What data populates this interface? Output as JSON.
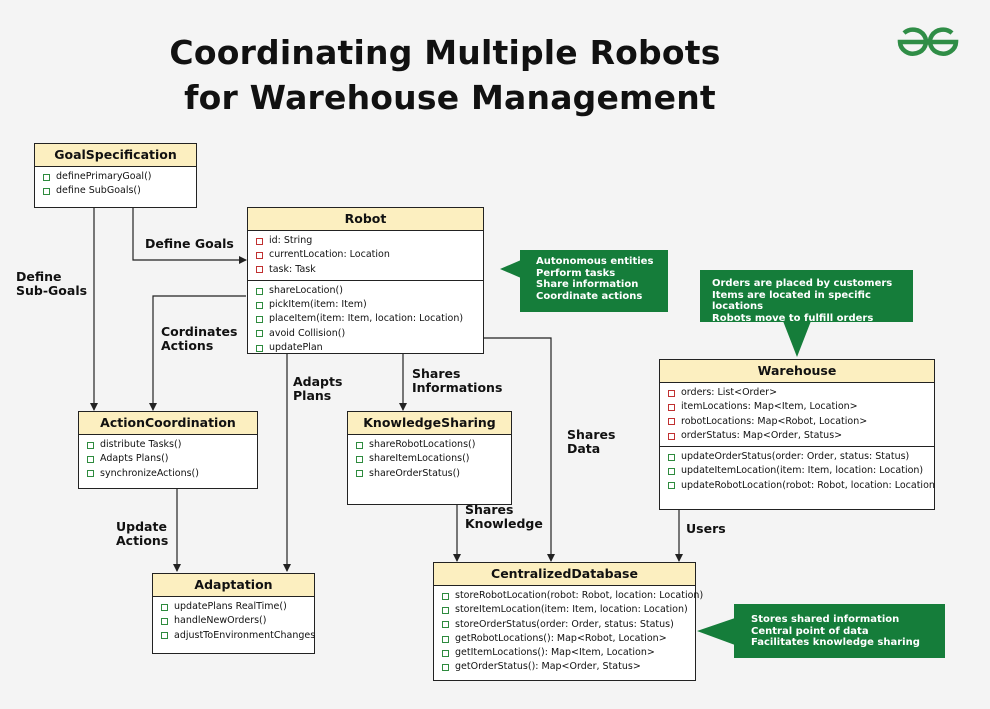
{
  "title": {
    "line1": "Coordinating Multiple Robots",
    "line2": "for Warehouse Management"
  },
  "logo": {
    "icon": "gfg-logo-icon",
    "color": "#2f8d46"
  },
  "colors": {
    "header": "#fcefc0",
    "note": "#157d3a",
    "method_icon": "#2e8b3e",
    "attribute_icon": "#c03030"
  },
  "classes": {
    "goal_specification": {
      "name": "GoalSpecification",
      "attributes": [],
      "methods": [
        "definePrimaryGoal()",
        "define SubGoals()"
      ]
    },
    "robot": {
      "name": "Robot",
      "attributes": [
        "id: String",
        "currentLocation: Location",
        "task: Task"
      ],
      "methods": [
        "shareLocation()",
        "pickItem(item: Item)",
        "placeItem(item: Item, location: Location)",
        "avoid Collision()",
        "updatePlan"
      ]
    },
    "action_coordination": {
      "name": "ActionCoordination",
      "attributes": [],
      "methods": [
        "distribute Tasks()",
        "Adapts Plans()",
        "synchronizeActions()"
      ]
    },
    "knowledge_sharing": {
      "name": "KnowledgeSharing",
      "attributes": [],
      "methods": [
        "shareRobotLocations()",
        "shareItemLocations()",
        "shareOrderStatus()"
      ]
    },
    "adaptation": {
      "name": "Adaptation",
      "attributes": [],
      "methods": [
        "updatePlans RealTime()",
        "handleNewOrders()",
        "adjustToEnvironmentChanges"
      ]
    },
    "warehouse": {
      "name": "Warehouse",
      "attributes": [
        "orders: List<Order>",
        "itemLocations: Map<Item, Location>",
        "robotLocations: Map<Robot, Location>",
        "orderStatus: Map<Order, Status>"
      ],
      "methods": [
        "updateOrderStatus(order: Order, status: Status)",
        "updateItemLocation(item: Item, location: Location)",
        "updateRobotLocation(robot: Robot, location: Location"
      ]
    },
    "centralized_database": {
      "name": "CentralizedDatabase",
      "attributes": [],
      "methods": [
        "storeRobotLocation(robot: Robot, location: Location)",
        "storeItemLocation(item: Item, location: Location)",
        "storeOrderStatus(order: Order, status: Status)",
        "getRobotLocations(): Map<Robot, Location>",
        "getItemLocations(): Map<Item, Location>",
        "getOrderStatus(): Map<Order, Status>"
      ]
    }
  },
  "edges": {
    "define_goals": "Define Goals",
    "define_subgoals": [
      "Define",
      "Sub-Goals"
    ],
    "coordinates_actions": [
      "Cordinates",
      "Actions"
    ],
    "adapts_plans": [
      "Adapts",
      "Plans"
    ],
    "shares_informations": [
      "Shares",
      "Informations"
    ],
    "shares_data": [
      "Shares",
      "Data"
    ],
    "update_actions": [
      "Update",
      "Actions"
    ],
    "shares_knowledge": [
      "Shares",
      "Knowledge"
    ],
    "users": "Users"
  },
  "notes": {
    "robot": [
      "Autonomous entities",
      "Perform tasks",
      "Share information",
      "Coordinate actions"
    ],
    "warehouse": [
      "Orders are placed by customers",
      "Items are located in specific locations",
      "Robots move to fulfill orders"
    ],
    "database": [
      "Stores shared information",
      "Central point of data",
      "Facilitates knowledge sharing"
    ]
  }
}
